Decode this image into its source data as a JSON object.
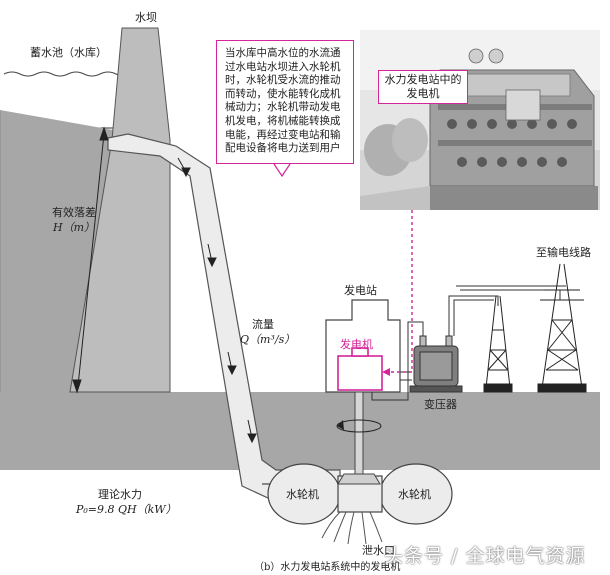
{
  "labels": {
    "dam": "水坝",
    "reservoir": "蓄水池（水库）",
    "head_title": "有效落差",
    "head_symbol": "H（m）",
    "flow_title": "流量",
    "flow_symbol": "Q（m³/s）",
    "power_station": "发电站",
    "generator": "发电机",
    "transformer": "变压器",
    "transmission": "至输电线路",
    "turbine_left": "水轮机",
    "turbine_right": "水轮机",
    "theory_title": "理论水力",
    "theory_formula": "P₀=9.8 QH（kW）",
    "tailwater": "泄水口",
    "caption": "（b）水力发电站系统中的发电机"
  },
  "callout": {
    "text": "当水库中高水位的水流通过水电站水坝进入水轮机时，水轮机受水流的推动而转动，使水能转化成机械动力；水轮机带动发电机发电，将机械能转换成电能，再经过变电站和输配电设备将电力送到用户"
  },
  "photo": {
    "caption": "水力发电站中的发电机"
  },
  "watermark": {
    "text": "头条号 / 全球电气资源"
  },
  "colors": {
    "ground": "#a7a7a7",
    "dam": "#bdbdbd",
    "pipe": "#ececec",
    "accent": "#d6249a",
    "outline": "#333333"
  }
}
